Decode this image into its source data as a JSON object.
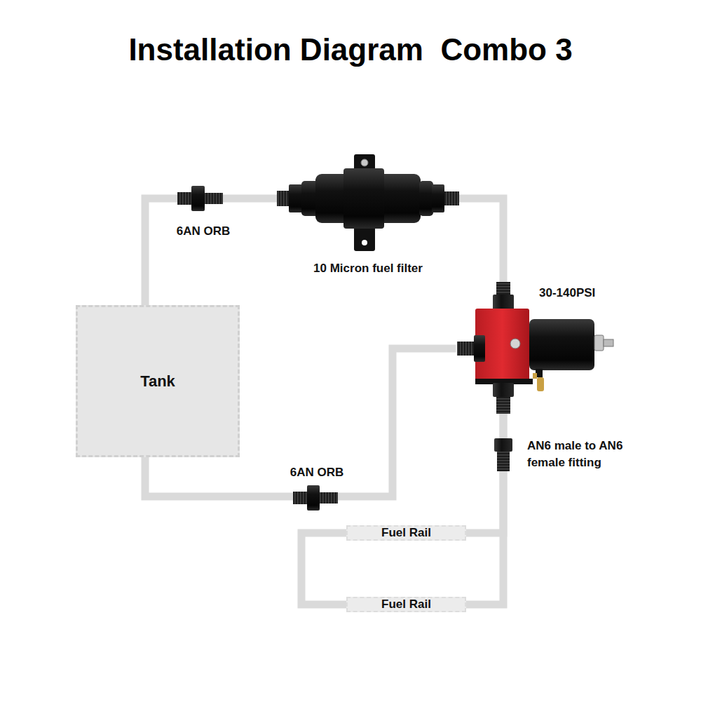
{
  "diagram": {
    "title": "Installation Diagram  Combo 3",
    "nodes": [
      {
        "text": [
          "Tank"
        ]
      },
      {
        "text": [
          "10 Micron fuel filter"
        ]
      },
      {
        "text": [
          "30-140PSI"
        ]
      },
      {
        "text": [
          "Fuel Rail"
        ]
      },
      {
        "text": [
          "Fuel Rail"
        ]
      }
    ],
    "edges": [
      {
        "from": 0,
        "to": 1,
        "arrow": "none"
      },
      {
        "from": 1,
        "to": 2,
        "arrow": "none"
      },
      {
        "from": 2,
        "to": 3,
        "arrow": "none"
      },
      {
        "from": 2,
        "to": 4,
        "arrow": "none"
      },
      {
        "from": 3,
        "to": 4,
        "arrow": "none"
      },
      {
        "from": 2,
        "to": 0,
        "arrow": "none"
      }
    ],
    "labels": [
      "6AN ORB",
      "6AN ORB",
      "AN6 male to AN6 female fitting"
    ]
  }
}
